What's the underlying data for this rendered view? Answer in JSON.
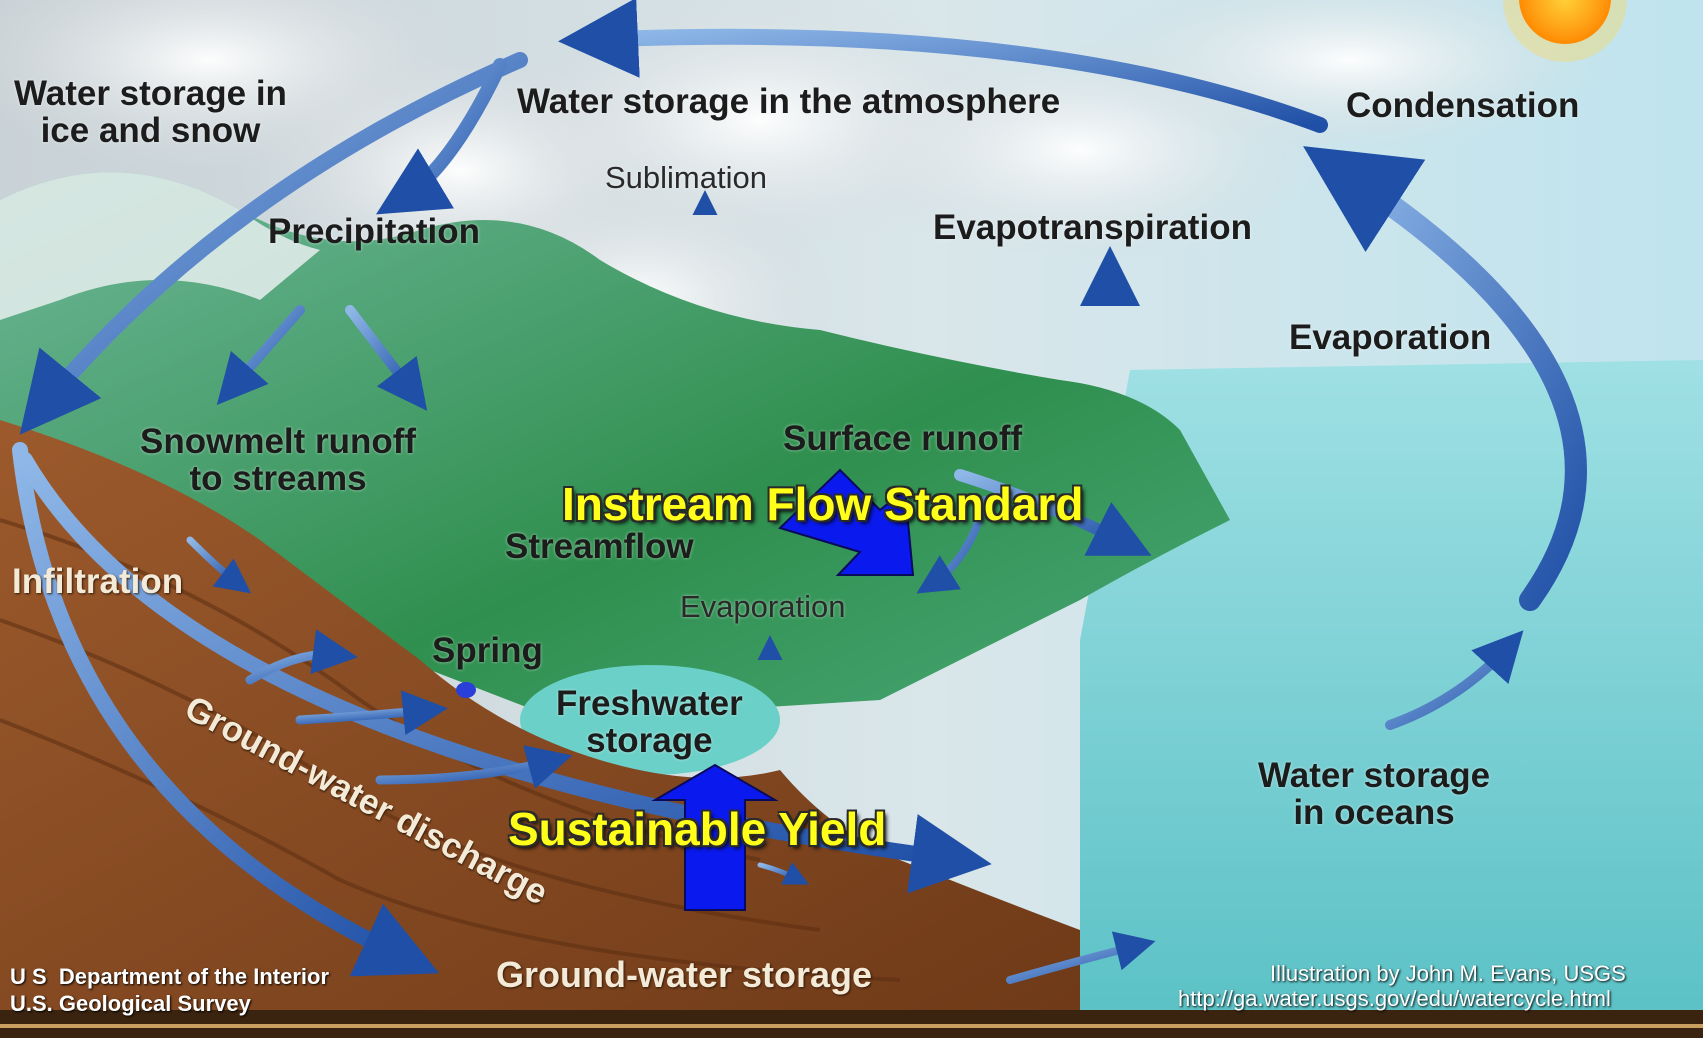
{
  "labels": {
    "ice_snow": [
      "Water storage in",
      "ice and snow"
    ],
    "atmosphere": "Water storage in the atmosphere",
    "condensation": "Condensation",
    "sublimation": "Sublimation",
    "precipitation": "Precipitation",
    "evapotranspiration": "Evapotranspiration",
    "evaporation": "Evaporation",
    "snowmelt": [
      "Snowmelt runoff",
      "to streams"
    ],
    "surface_runoff": "Surface runoff",
    "streamflow": "Streamflow",
    "infiltration": "Infiltration",
    "lake_evaporation": "Evaporation",
    "spring": "Spring",
    "freshwater": [
      "Freshwater",
      "storage"
    ],
    "groundwater_discharge": "Ground-water discharge",
    "groundwater_storage": "Ground-water storage",
    "oceans": [
      "Water storage",
      "in oceans"
    ]
  },
  "overlays": {
    "instream": "Instream Flow Standard",
    "yield": "Sustainable Yield"
  },
  "credits": {
    "agency_line1": "U S  Department of the Interior",
    "agency_line2": "U.S. Geological Survey",
    "illustrator": "Illustration by John M. Evans, USGS",
    "url": "http://ga.water.usgs.gov/edu/watercycle.html"
  },
  "colors": {
    "cycle_arrow": "#2f5fb0",
    "overlay_arrow": "#0a1aee",
    "overlay_text": "#ffff1a",
    "ground": "#8a4a22",
    "ocean": "#7fd4d4",
    "land": "#3d9a5c"
  },
  "icons": [
    "sun-icon",
    "spring-icon"
  ]
}
